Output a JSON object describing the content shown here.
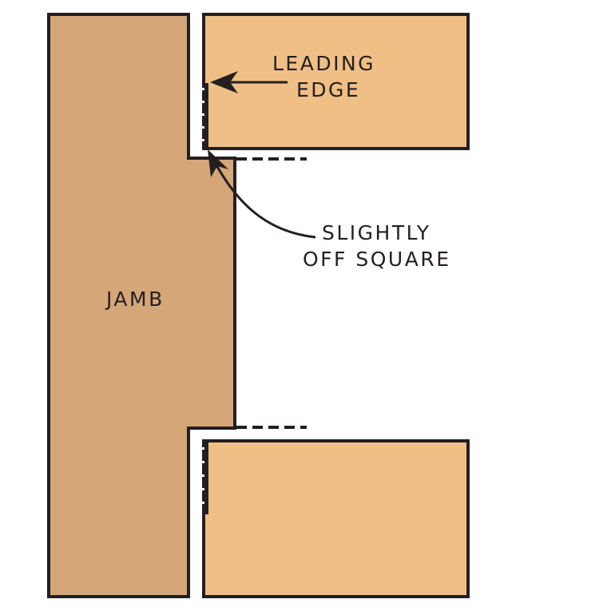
{
  "diagram": {
    "labels": {
      "jamb": "JAMB",
      "leading_edge_line1": "LEADING",
      "leading_edge_line2": "EDGE",
      "off_square_line1": "SLIGHTLY",
      "off_square_line2": "OFF SQUARE"
    },
    "colors": {
      "jamb_fill": "#d5a677",
      "door_fill": "#f0bf85",
      "stroke": "#231f20",
      "background": "#ffffff"
    }
  }
}
